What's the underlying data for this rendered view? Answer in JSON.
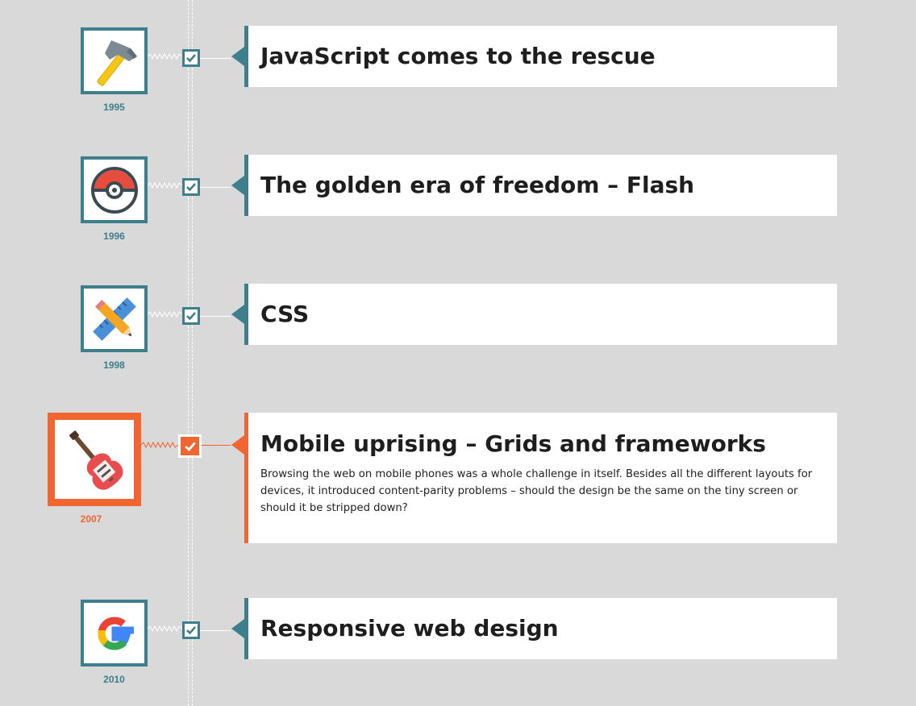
{
  "timeline": {
    "entries": [
      {
        "year": "1995",
        "title": "JavaScript comes to the rescue",
        "icon": "hammer-icon",
        "active": false
      },
      {
        "year": "1996",
        "title": "The golden era of freedom – Flash",
        "icon": "pokeball-icon",
        "active": false
      },
      {
        "year": "1998",
        "title": "CSS",
        "icon": "pencil-ruler-icon",
        "active": false
      },
      {
        "year": "2007",
        "title": "Mobile uprising – Grids and frameworks",
        "icon": "guitar-icon",
        "active": true,
        "description": "Browsing the web on mobile phones was a whole challenge in itself. Besides all the different layouts for devices, it introduced content-parity problems – should the design be the same on the tiny screen or should it be stripped down?"
      },
      {
        "year": "2010",
        "title": "Responsive web design",
        "icon": "google-icon",
        "active": false
      }
    ]
  },
  "colors": {
    "background": "#d9d9d9",
    "accent_teal": "#3d7f8c",
    "accent_orange": "#f06530",
    "card": "#ffffff"
  }
}
